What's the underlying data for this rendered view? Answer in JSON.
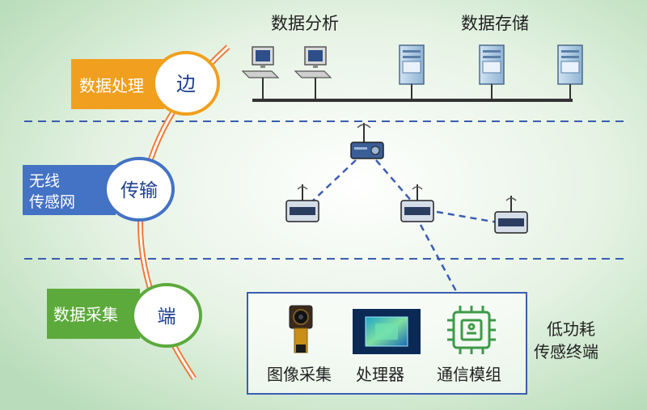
{
  "top_labels": {
    "analysis": "数据分析",
    "storage": "数据存储"
  },
  "layers": {
    "edge": {
      "box_label": "数据处理",
      "circle_label": "边",
      "color": "#F0A01E"
    },
    "trans": {
      "box_label_line1": "无线",
      "box_label_line2": "传感网",
      "circle_label": "传输",
      "color": "#4472C4"
    },
    "term": {
      "box_label": "数据采集",
      "circle_label": "端",
      "color": "#5CAA3C"
    }
  },
  "terminal": {
    "items": [
      "图像采集",
      "处理器",
      "通信模组"
    ],
    "side_label_line1": "低功耗",
    "side_label_line2": "传感终端"
  },
  "colors": {
    "dash": "#3A5DB0",
    "arc": "#F07A3A",
    "bg_center": "#FFFFFF",
    "bg_edge": "#BFE0C0"
  }
}
